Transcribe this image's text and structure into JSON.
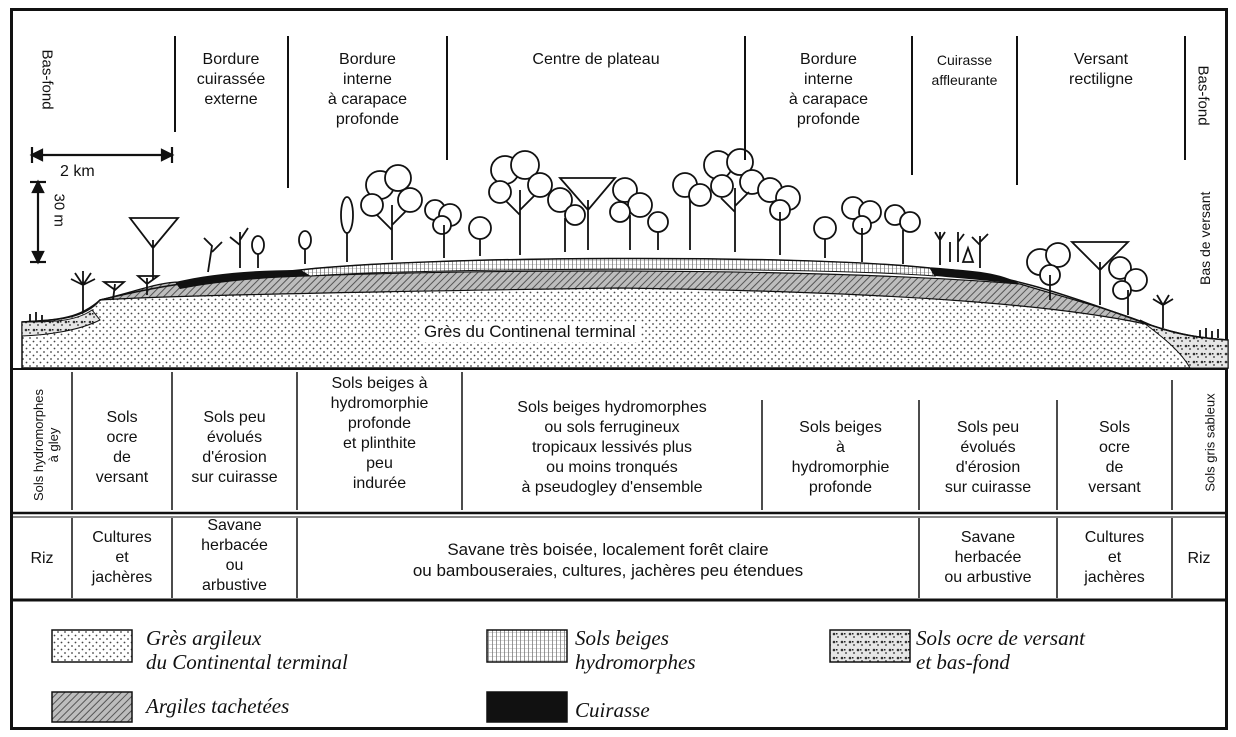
{
  "top_zones": {
    "bas_fond_left": "Bas-fond",
    "bordure_externe": "Bordure\ncuirassée\nexterne",
    "bordure_interne_left": "Bordure\ninterne\nà carapace\nprofonde",
    "centre": "Centre de plateau",
    "bordure_interne_right": "Bordure\ninterne\nà carapace\nprofonde",
    "cuirasse_affleurante": "Cuirasse\naffleurante",
    "versant_rectiligne": "Versant\nrectiligne",
    "bas_fond_right": "Bas-fond"
  },
  "scale": {
    "horizontal": "2 km",
    "vertical": "30 m"
  },
  "side_label_right": "Bas de versant",
  "cross_section_label": "Grès du Continenal terminal",
  "soils": {
    "hydromorphes_gley": "Sols hydromorphes\nà gley",
    "ocre_left": "Sols\nocre\nde\nversant",
    "peu_evolues_left": "Sols peu\névolués\nd'érosion\nsur cuirasse",
    "beiges_plinthite": "Sols beiges à\nhydromorphie\nprofonde\net plinthite\npeu\nindurée",
    "beiges_hydromorphes": "Sols beiges hydromorphes\nou sols ferrugineux\ntropicaux lessivés plus\nou moins tronqués\nà pseudogley d'ensemble",
    "beiges_profonde": "Sols beiges\nà\nhydromorphie\nprofonde",
    "peu_evolues_right": "Sols peu\névolués\nd'érosion\nsur cuirasse",
    "ocre_right": "Sols\nocre\nde\nversant",
    "gris_sableux": "Sols gris sableux"
  },
  "vegetation": {
    "riz_left": "Riz",
    "cultures_left": "Cultures\net\njachères",
    "savane_left": "Savane\nherbacée\nou\narbustive",
    "savane_boisee": "Savane très boisée, localement forêt claire\nou bambouseraies, cultures, jachères peu étendues",
    "savane_right": "Savane\nherbacée\nou arbustive",
    "cultures_right": "Cultures\net\njachères",
    "riz_right": "Riz"
  },
  "legend": {
    "gres_argileux": "Grès argileux\ndu Continental terminal",
    "sols_beiges": "Sols beiges\nhydromorphes",
    "sols_ocre": "Sols ocre de versant\net bas-fond",
    "argiles": "Argiles tachetées",
    "cuirasse": "Cuirasse"
  }
}
